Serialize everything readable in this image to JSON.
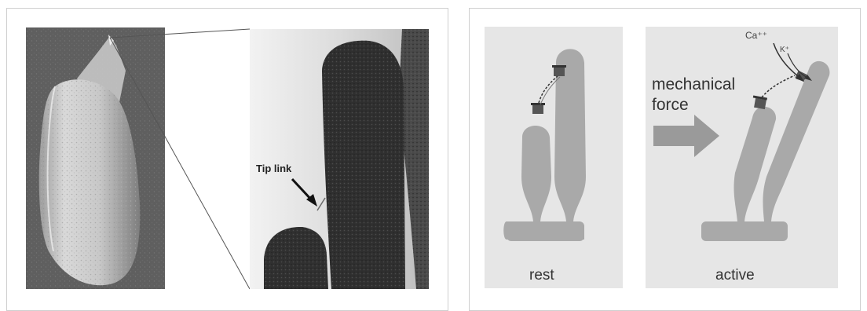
{
  "micrograph": {
    "tip_link_label": "Tip link"
  },
  "schematic": {
    "rest_label": "rest",
    "active_label": "active",
    "force_label_line1": "mechanical",
    "force_label_line2": "force",
    "calcium_label": "Ca⁺⁺",
    "potassium_label": "K⁺"
  },
  "colors": {
    "panel_gray": "#e6e6e6",
    "stereocilia_gray": "#a9a9a9",
    "frame_border": "#cfcfcf"
  }
}
